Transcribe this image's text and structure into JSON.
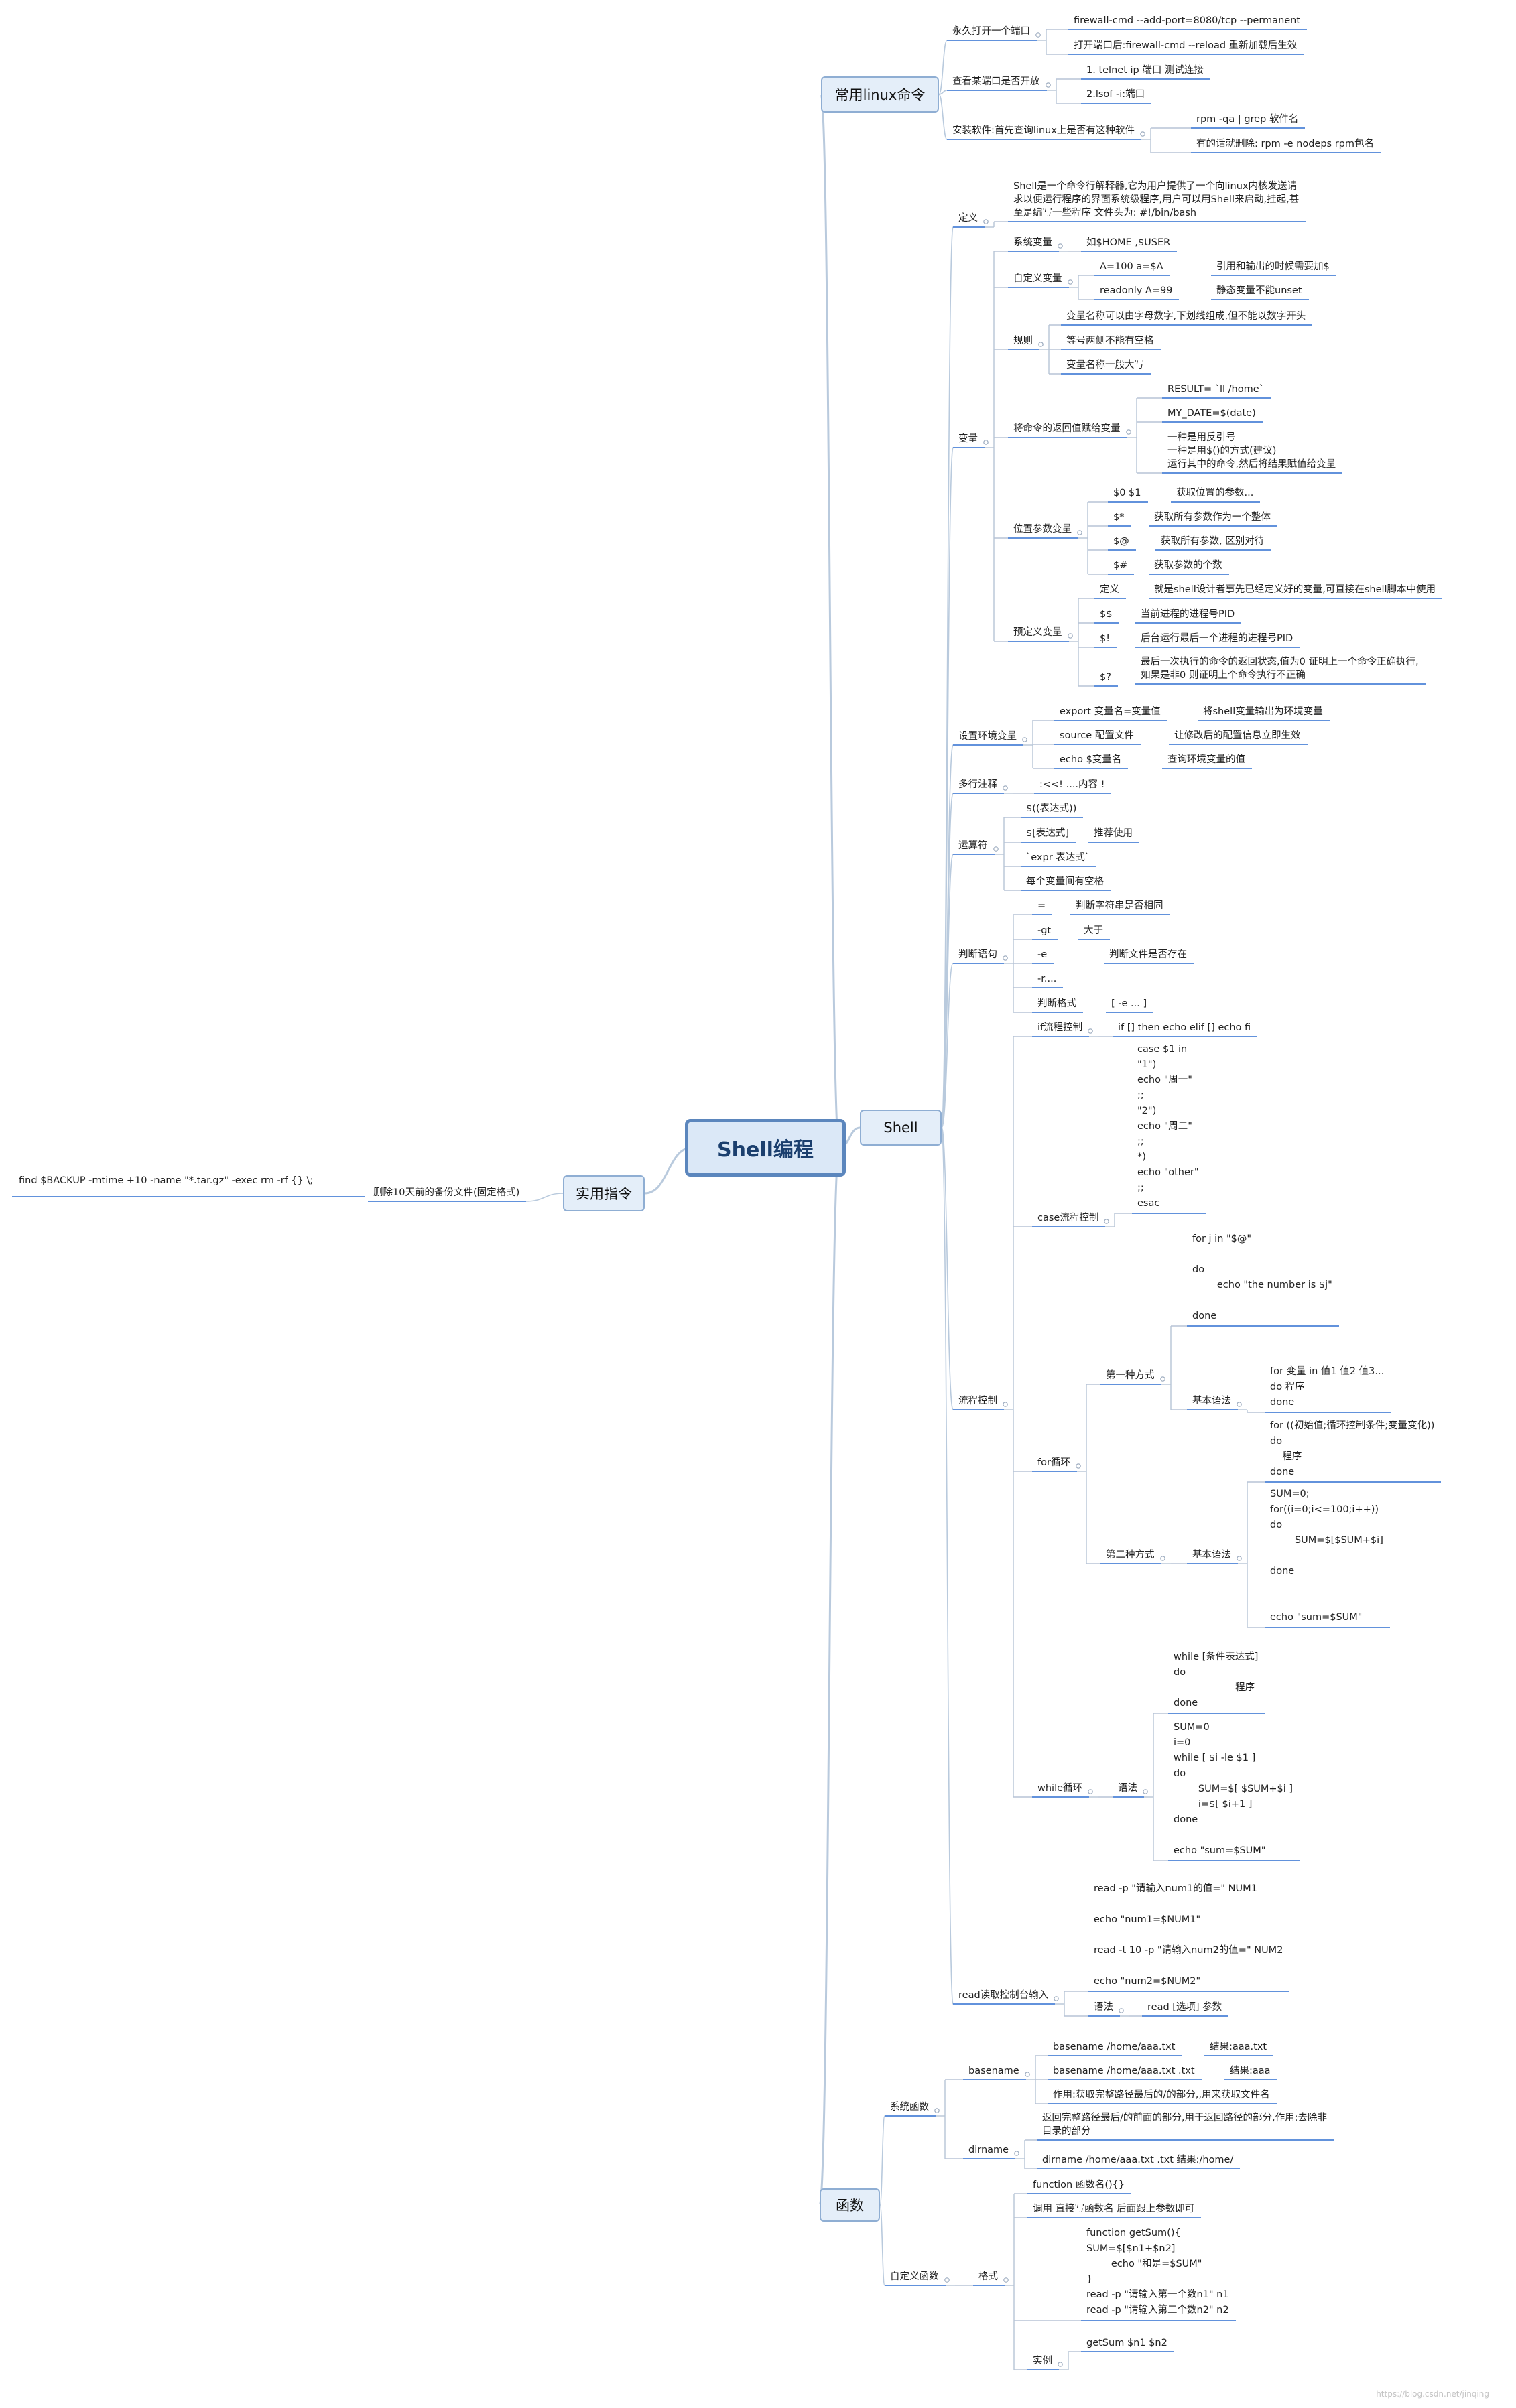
{
  "root": "Shell编程",
  "branches": {
    "linux": "常用linux命令",
    "shell": "Shell",
    "func": "函数",
    "util": "实用指令"
  },
  "linux": {
    "port_open": "永久打开一个端口",
    "port_cmd1": "firewall-cmd --add-port=8080/tcp --permanent",
    "port_cmd2": "打开端口后:firewall-cmd --reload 重新加载后生效",
    "port_check": "查看某端口是否开放",
    "check1": "1. telnet ip 端口 测试连接",
    "check2": "2.lsof -i:端口",
    "install": "安装软件:首先查询linux上是否有这种软件",
    "inst1": "rpm -qa | grep 软件名",
    "inst2": "有的话就删除: rpm -e nodeps rpm包名"
  },
  "shell": {
    "def_label": "定义",
    "def_text": "Shell是一个命令行解释器,它为用户提供了一个向linux内核发送请\n求以便运行程序的界面系统级程序,用户可以用Shell来启动,挂起,甚\n至是编写一些程序 文件头为: #!/bin/bash",
    "var_label": "变量",
    "sysvar": "系统变量",
    "sysvar_val": "如$HOME ,$USER",
    "custom_var": "自定义变量",
    "cv1": "A=100 a=$A",
    "cv1b": "引用和输出的时候需要加$",
    "cv2": "readonly A=99",
    "cv2b": "静态变量不能unset",
    "rules": "规则",
    "rule1": "变量名称可以由字母数字,下划线组成,但不能以数字开头",
    "rule2": "等号两侧不能有空格",
    "rule3": "变量名称一般大写",
    "cmdret": "将命令的返回值赋给变量",
    "cr1": "RESULT= `ll /home`",
    "cr2": "MY_DATE=$(date)",
    "cr3": "一种是用反引号\n一种是用$()的方式(建议)\n运行其中的命令,然后将结果赋值给变量",
    "posvar": "位置参数变量",
    "pv1": "$0 $1",
    "pv1b": "获取位置的参数...",
    "pv2": "$*",
    "pv2b": "获取所有参数作为一个整体",
    "pv3": "$@",
    "pv3b": "获取所有参数, 区别对待",
    "pv4": "$#",
    "pv4b": "获取参数的个数",
    "predef": "预定义变量",
    "pd1": "定义",
    "pd1b": "就是shell设计者事先已经定义好的变量,可直接在shell脚本中使用",
    "pd2": "$$",
    "pd2b": "当前进程的进程号PID",
    "pd3": "$!",
    "pd3b": "后台运行最后一个进程的进程号PID",
    "pd4": "$?",
    "pd4b": "最后一次执行的命令的返回状态,值为0 证明上一个命令正确执行,\n如果是非0 则证明上个命令执行不正确",
    "env": "设置环境变量",
    "env1": "export 变量名=变量值",
    "env1b": "将shell变量输出为环境变量",
    "env2": "source 配置文件",
    "env2b": "让修改后的配置信息立即生效",
    "env3": "echo $变量名",
    "env3b": "查询环境变量的值",
    "comment": "多行注释",
    "comment_val": ":<<! ....内容 !",
    "ops": "运算符",
    "op1": "$((表达式))",
    "op2": "$[表达式]",
    "op2b": "推荐使用",
    "op3": "`expr 表达式`",
    "op4": "每个变量间有空格",
    "judge": "判断语句",
    "j1": "=",
    "j1b": "判断字符串是否相同",
    "j2": "-gt",
    "j2b": "大于",
    "j3": "-e",
    "j3b": "判断文件是否存在",
    "j4": "-r....",
    "j5": "判断格式",
    "j5b": "[ -e ... ]",
    "flow": "流程控制",
    "ifflow": "if流程控制",
    "ifflow_val": "if [] then echo elif [] echo fi",
    "caseflow": "case流程控制",
    "case_code": "case $1 in\n\"1\")\necho \"周一\"\n;;\n\"2\")\necho \"周二\"\n;;\n*)\necho \"other\"\n;;\nesac",
    "forloop": "for循环",
    "for_way1": "第一种方式",
    "for_code1": "for j in \"$@\"\n\ndo\n        echo \"the number is $j\"\n\ndone",
    "basic_syntax": "基本语法",
    "for_syntax1": "for 变量 in 值1 值2 值3...\ndo 程序\ndone",
    "for_way2": "第二种方式",
    "for_syntax2": "for ((初始值;循环控制条件;变量变化))\ndo\n    程序\ndone",
    "for_code2": "SUM=0;\nfor((i=0;i<=100;i++))\ndo\n        SUM=$[$SUM+$i]\n\ndone\n\n\necho \"sum=$SUM\"",
    "whileloop": "while循环",
    "syntax": "语法",
    "while_syntax": "while [条件表达式]\ndo\n                    程序\ndone",
    "while_code": "SUM=0\ni=0\nwhile [ $i -le $1 ]\ndo\n        SUM=$[ $SUM+$i ]\n        i=$[ $i+1 ]\ndone\n\necho \"sum=$SUM\"",
    "read": "read读取控制台输入",
    "read_code": "read -p \"请输入num1的值=\" NUM1\n\necho \"num1=$NUM1\"\n\nread -t 10 -p \"请输入num2的值=\" NUM2\n\necho \"num2=$NUM2\"",
    "read_syntax": "语法",
    "read_syntax_val": "read [选项] 参数"
  },
  "func": {
    "sys": "系统函数",
    "basename": "basename",
    "bn1": "basename /home/aaa.txt",
    "bn1b": "结果:aaa.txt",
    "bn2": "basename /home/aaa.txt .txt",
    "bn2b": "结果:aaa",
    "bn3": "作用:获取完整路径最后的/的部分,,用来获取文件名",
    "dirname": "dirname",
    "dn1": "返回完整路径最后/的前面的部分,用于返回路径的部分,作用:去除非\n目录的部分",
    "dn2": "dirname /home/aaa.txt .txt 结果:/home/",
    "custom": "自定义函数",
    "format": "格式",
    "f1": "function 函数名(){}",
    "f2": "调用 直接写函数名 后面跟上参数即可",
    "example": "实例",
    "ex_code": "function getSum(){\nSUM=$[$n1+$n2]\n        echo \"和是=$SUM\"\n}\nread -p \"请输入第一个数n1\" n1\nread -p \"请输入第二个数n2\" n2",
    "ex_call": "getSum $n1 $n2"
  },
  "util": {
    "desc": "删除10天前的备份文件(固定格式)",
    "cmd": "find $BACKUP -mtime +10 -name \"*.tar.gz\" -exec rm -rf {} \\;"
  },
  "watermark": "https://blog.csdn.net/jinqing"
}
